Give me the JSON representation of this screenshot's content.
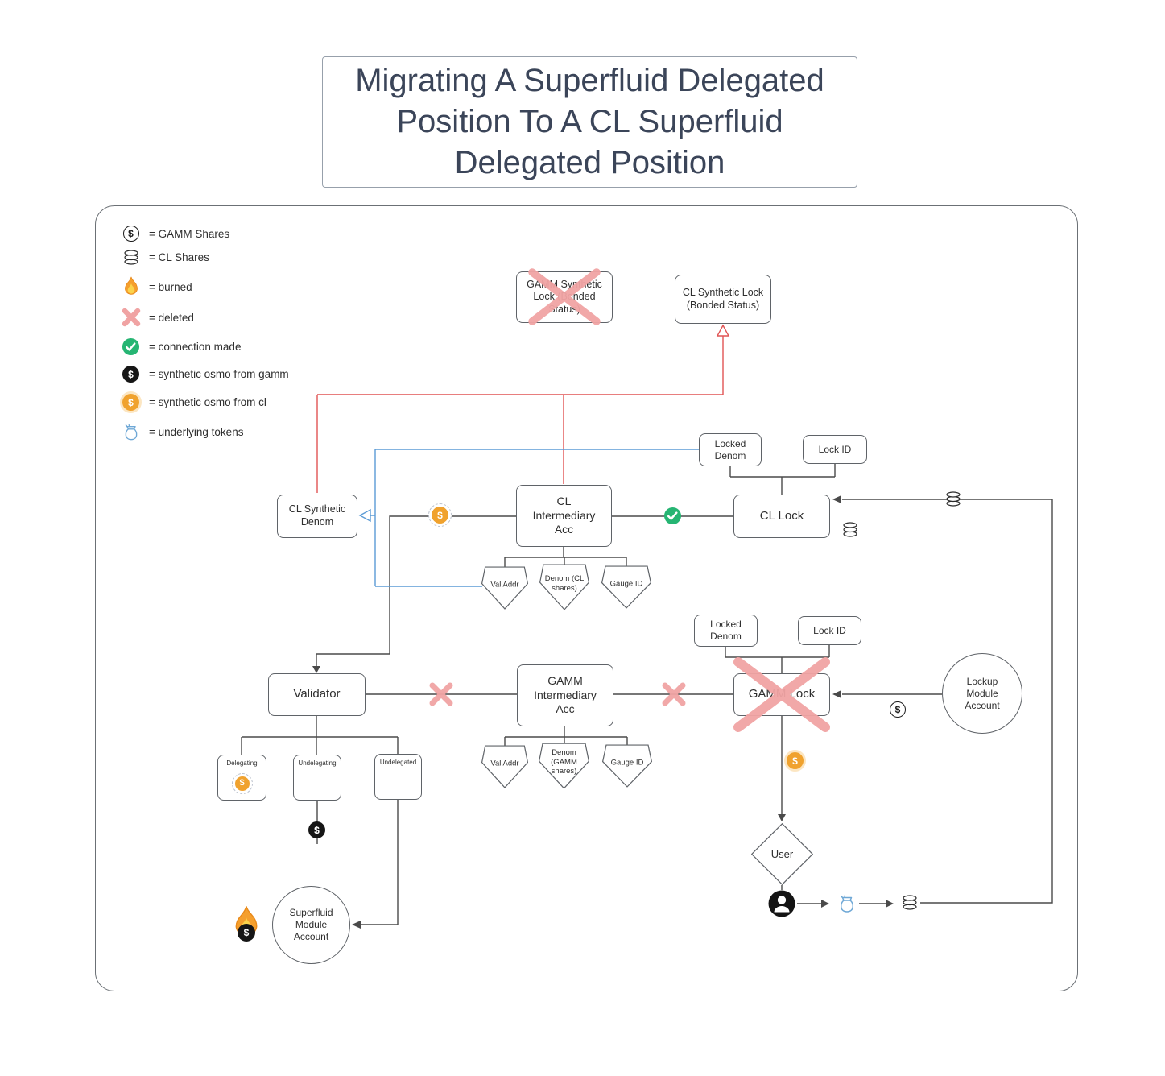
{
  "title": "Migrating A Superfluid Delegated Position To A CL Superfluid Delegated Position",
  "glyphs": {
    "dollar": "$"
  },
  "legend": {
    "items": [
      {
        "icon": "gamm-shares-icon",
        "label": "= GAMM Shares"
      },
      {
        "icon": "cl-shares-icon",
        "label": "= CL Shares"
      },
      {
        "icon": "burned-icon",
        "label": "= burned"
      },
      {
        "icon": "deleted-icon",
        "label": "= deleted"
      },
      {
        "icon": "connection-made-icon",
        "label": "= connection made"
      },
      {
        "icon": "synthetic-osmo-gamm-icon",
        "label": "= synthetic osmo from gamm"
      },
      {
        "icon": "synthetic-osmo-cl-icon",
        "label": "= synthetic osmo from cl"
      },
      {
        "icon": "underlying-tokens-icon",
        "label": "= underlying tokens"
      }
    ]
  },
  "nodes": {
    "gamm_synthetic_lock": {
      "label": "GAMM Synthetic Lock (Bonded Status)",
      "status": "deleted"
    },
    "cl_synthetic_lock": {
      "label": "CL Synthetic Lock (Bonded Status)"
    },
    "locked_denom_cl": {
      "label": "Locked Denom"
    },
    "lock_id_cl": {
      "label": "Lock ID"
    },
    "cl_synthetic_denom": {
      "label": "CL Synthetic Denom"
    },
    "cl_intermediary_acc": {
      "label": "CL Intermediary Acc"
    },
    "cl_lock": {
      "label": "CL Lock"
    },
    "val_addr_cl": {
      "label": "Val Addr"
    },
    "denom_cl_shares": {
      "label": "Denom (CL shares)"
    },
    "gauge_id_cl": {
      "label": "Gauge ID"
    },
    "locked_denom_gamm": {
      "label": "Locked Denom"
    },
    "lock_id_gamm": {
      "label": "Lock ID"
    },
    "validator": {
      "label": "Validator"
    },
    "gamm_intermediary_acc": {
      "label": "GAMM Intermediary Acc"
    },
    "gamm_lock": {
      "label": "GAMM Lock",
      "status": "deleted"
    },
    "lockup_module_account": {
      "label": "Lockup Module Account"
    },
    "val_addr_gamm": {
      "label": "Val Addr"
    },
    "denom_gamm_shares": {
      "label": "Denom (GAMM shares)"
    },
    "gauge_id_gamm": {
      "label": "Gauge ID"
    },
    "delegating": {
      "label": "Delegating"
    },
    "undelegating": {
      "label": "Undelegating"
    },
    "undelegated": {
      "label": "Undelegated"
    },
    "user": {
      "label": "User"
    },
    "superfluid_module_account": {
      "label": "Superfluid Module Account"
    }
  },
  "colors": {
    "line": "#4a4a4a",
    "red_line": "#e05454",
    "blue_line": "#5b9bd5",
    "deleted_x": "#f0a3a3",
    "connection_made": "#26b573",
    "synthetic_cl_coin": "#f0a22e",
    "synthetic_gamm_coin": "#161616",
    "burned_flame": "#f59f2d",
    "underlying_tokens": "#6fa8d6"
  }
}
